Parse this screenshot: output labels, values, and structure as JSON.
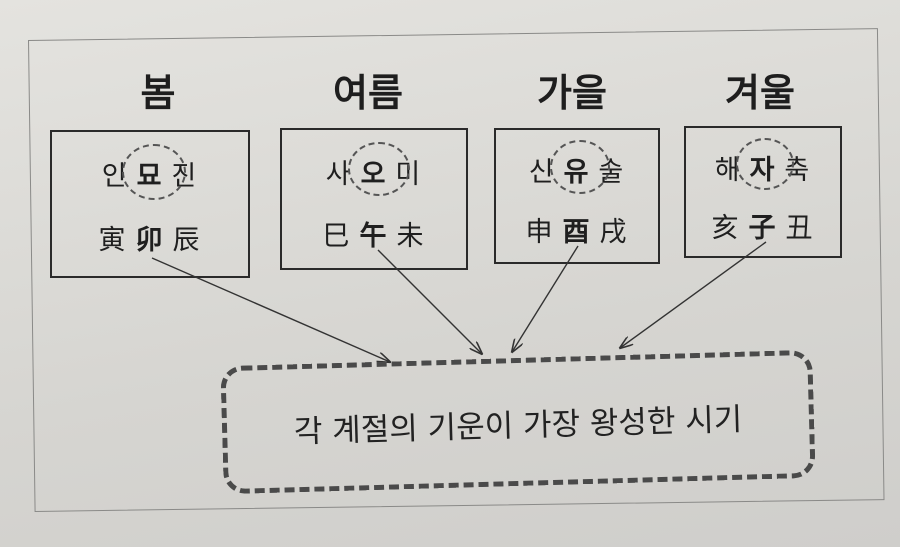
{
  "seasons": [
    {
      "name": "봄",
      "kor": [
        "인",
        "묘",
        "진"
      ],
      "han": [
        "寅",
        "卯",
        "辰"
      ],
      "highlight": 1
    },
    {
      "name": "여름",
      "kor": [
        "사",
        "오",
        "미"
      ],
      "han": [
        "巳",
        "午",
        "未"
      ],
      "highlight": 1
    },
    {
      "name": "가을",
      "kor": [
        "신",
        "유",
        "술"
      ],
      "han": [
        "申",
        "酉",
        "戌"
      ],
      "highlight": 1
    },
    {
      "name": "겨울",
      "kor": [
        "해",
        "자",
        "축"
      ],
      "han": [
        "亥",
        "子",
        "丑"
      ],
      "highlight": 1
    }
  ],
  "callout": {
    "text": "각 계절의 기운이 가장 왕성한 시기"
  },
  "colors": {
    "ink": "#222222",
    "paper": "#d9d8d4",
    "frame": "#8a8a88"
  }
}
